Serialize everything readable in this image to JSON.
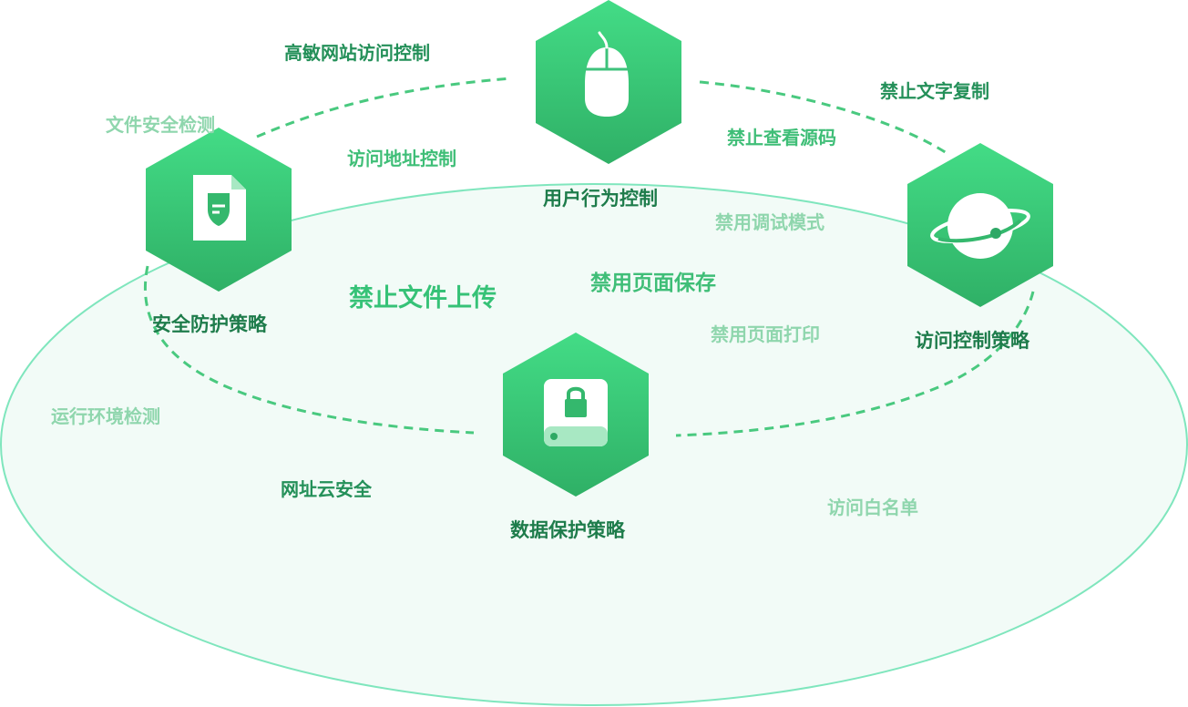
{
  "colors": {
    "ellipse_fill": "#f2fbf7",
    "ellipse_stroke": "#7fe6bd",
    "dash": "#49c97f",
    "hex_top": "#43dc86",
    "hex_bottom": "#2fb066"
  },
  "nodes": {
    "user_behavior": {
      "title": "用户行为控制",
      "icon": "mouse-icon"
    },
    "security": {
      "title": "安全防护策略",
      "icon": "document-shield-icon"
    },
    "access": {
      "title": "访问控制策略",
      "icon": "planet-icon"
    },
    "data": {
      "title": "数据保护策略",
      "icon": "lock-drive-icon"
    }
  },
  "labels": {
    "sensitive_site": "高敏网站访问控制",
    "file_check": "文件安全检测",
    "address_control": "访问地址控制",
    "no_copy": "禁止文字复制",
    "no_view_source": "禁止查看源码",
    "no_debug": "禁用调试模式",
    "no_upload": "禁止文件上传",
    "no_save": "禁用页面保存",
    "no_print": "禁用页面打印",
    "env_check": "运行环境检测",
    "url_cloud": "网址云安全",
    "whitelist": "访问白名单"
  }
}
